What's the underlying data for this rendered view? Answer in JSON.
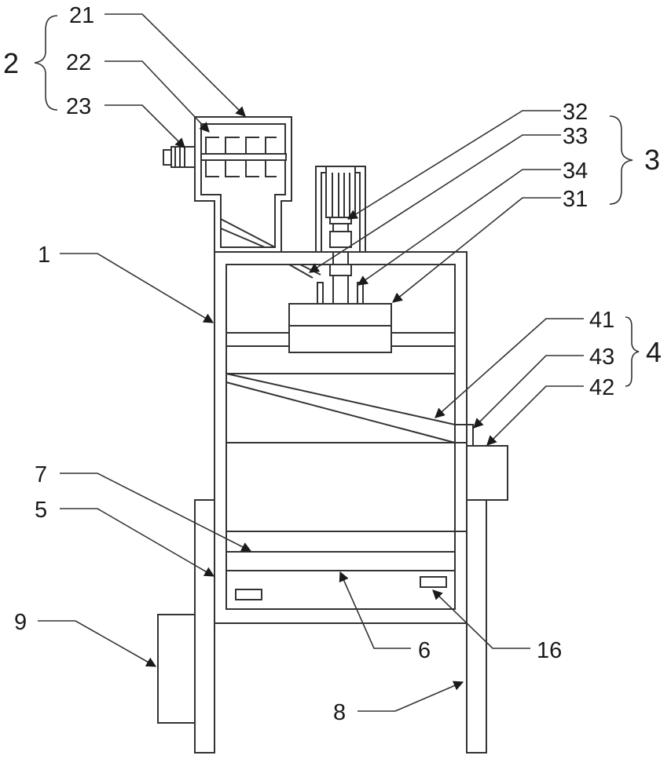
{
  "labels": {
    "l21": "21",
    "l22": "22",
    "l23": "23",
    "l2": "2",
    "l32": "32",
    "l33": "33",
    "l34": "34",
    "l31": "31",
    "l3": "3",
    "l1": "1",
    "l41": "41",
    "l43": "43",
    "l42": "42",
    "l4": "4",
    "l7": "7",
    "l5": "5",
    "l9": "9",
    "l6": "6",
    "l16": "16",
    "l8": "8"
  },
  "colors": {
    "line": "#333333",
    "text": "#1a1a1a",
    "background": "#ffffff"
  }
}
